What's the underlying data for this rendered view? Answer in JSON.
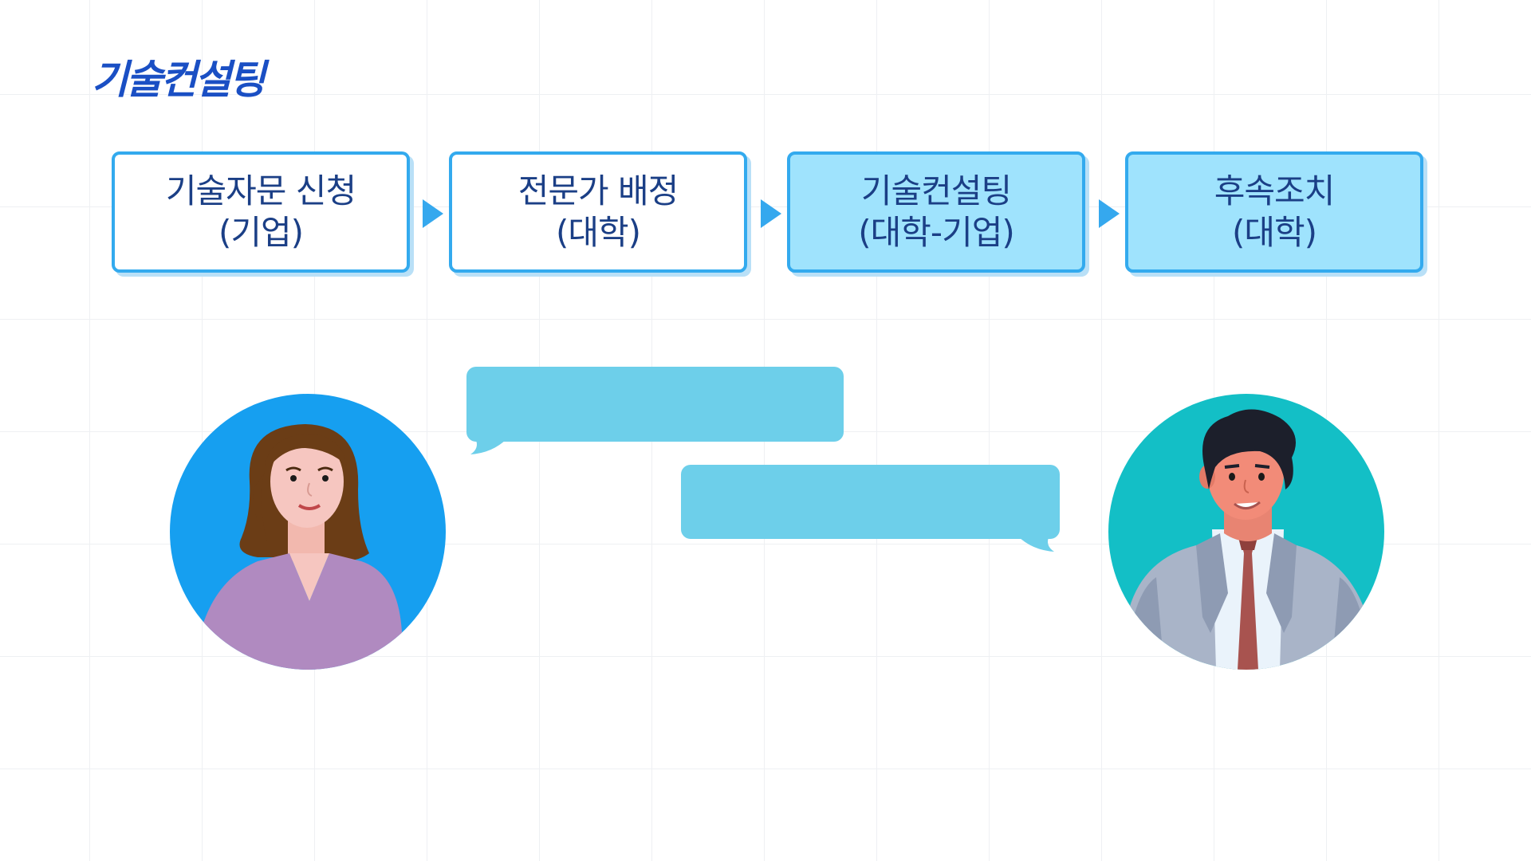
{
  "title": "기술컨설팅",
  "steps": [
    {
      "label": "기술자문 신청",
      "sub": "(기업)"
    },
    {
      "label": "전문가 배정",
      "sub": "(대학)"
    },
    {
      "label": "기술컨설팅",
      "sub": "(대학-기업)"
    },
    {
      "label": "후속조치",
      "sub": "(대학)"
    }
  ],
  "colors": {
    "title": "#1a4fc4",
    "step_border": "#33aaee",
    "step_active_fill": "#9fe3fd",
    "step_text": "#1b3f86",
    "bubble": "#6dcfea",
    "avatar_left_bg": "#169ff0",
    "avatar_right_bg": "#13bfc6"
  },
  "icons": [
    "woman-avatar-icon",
    "man-avatar-icon",
    "speech-bubble-icon",
    "arrow-right-icon"
  ]
}
